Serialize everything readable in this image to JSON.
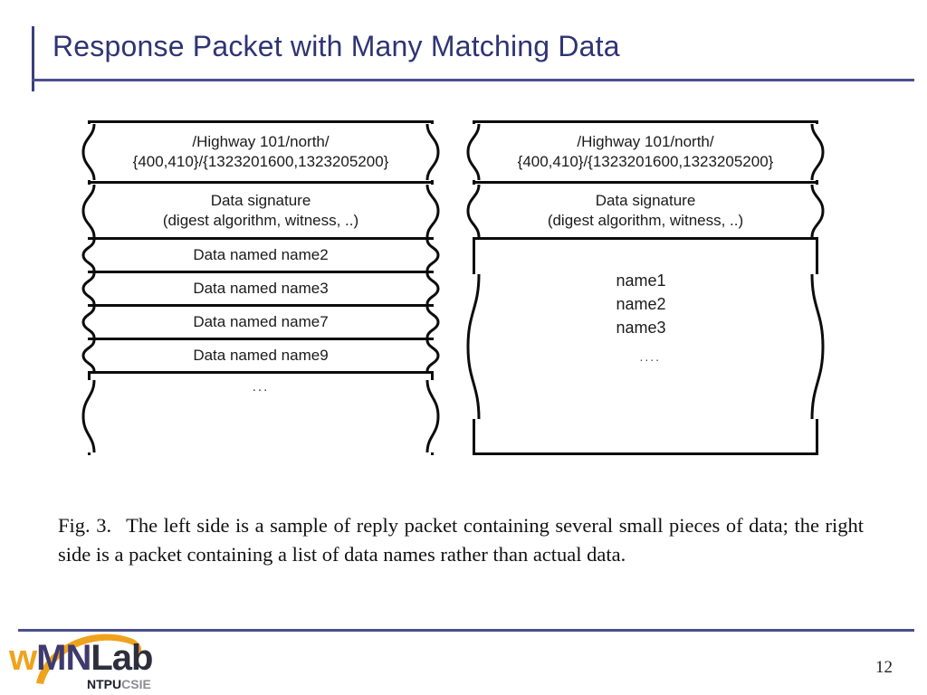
{
  "slide": {
    "title": "Response Packet with Many Matching Data",
    "page_number": "12",
    "accent_color": "#4a4f8c",
    "title_color": "#2f3475"
  },
  "figure": {
    "left_packet": {
      "name_line1": "/Highway 101/north/",
      "name_line2": "{400,410}/{1323201600,1323205200}",
      "signature_line1": "Data signature",
      "signature_line2": "(digest algorithm, witness, ..)",
      "data_rows": [
        "Data named name2",
        "Data named name3",
        "Data named name7",
        "Data named name9"
      ],
      "ellipsis": "..."
    },
    "right_packet": {
      "name_line1": "/Highway 101/north/",
      "name_line2": "{400,410}/{1323201600,1323205200}",
      "signature_line1": "Data signature",
      "signature_line2": "(digest algorithm, witness, ..)",
      "name_list": [
        "name1",
        "name2",
        "name3"
      ],
      "ellipsis": "...."
    }
  },
  "caption": {
    "figure_number": "Fig. 3.",
    "text": "The left side is a sample of reply packet containing several small pieces of data; the right side is a packet containing a list of data names rather than actual data."
  },
  "logo": {
    "word_w": "w",
    "word_mn": "MN",
    "word_lab": "Lab",
    "sub_ntpu": "NTPU",
    "sub_csie": "CSIE",
    "swoosh_color": "#efa31d"
  }
}
